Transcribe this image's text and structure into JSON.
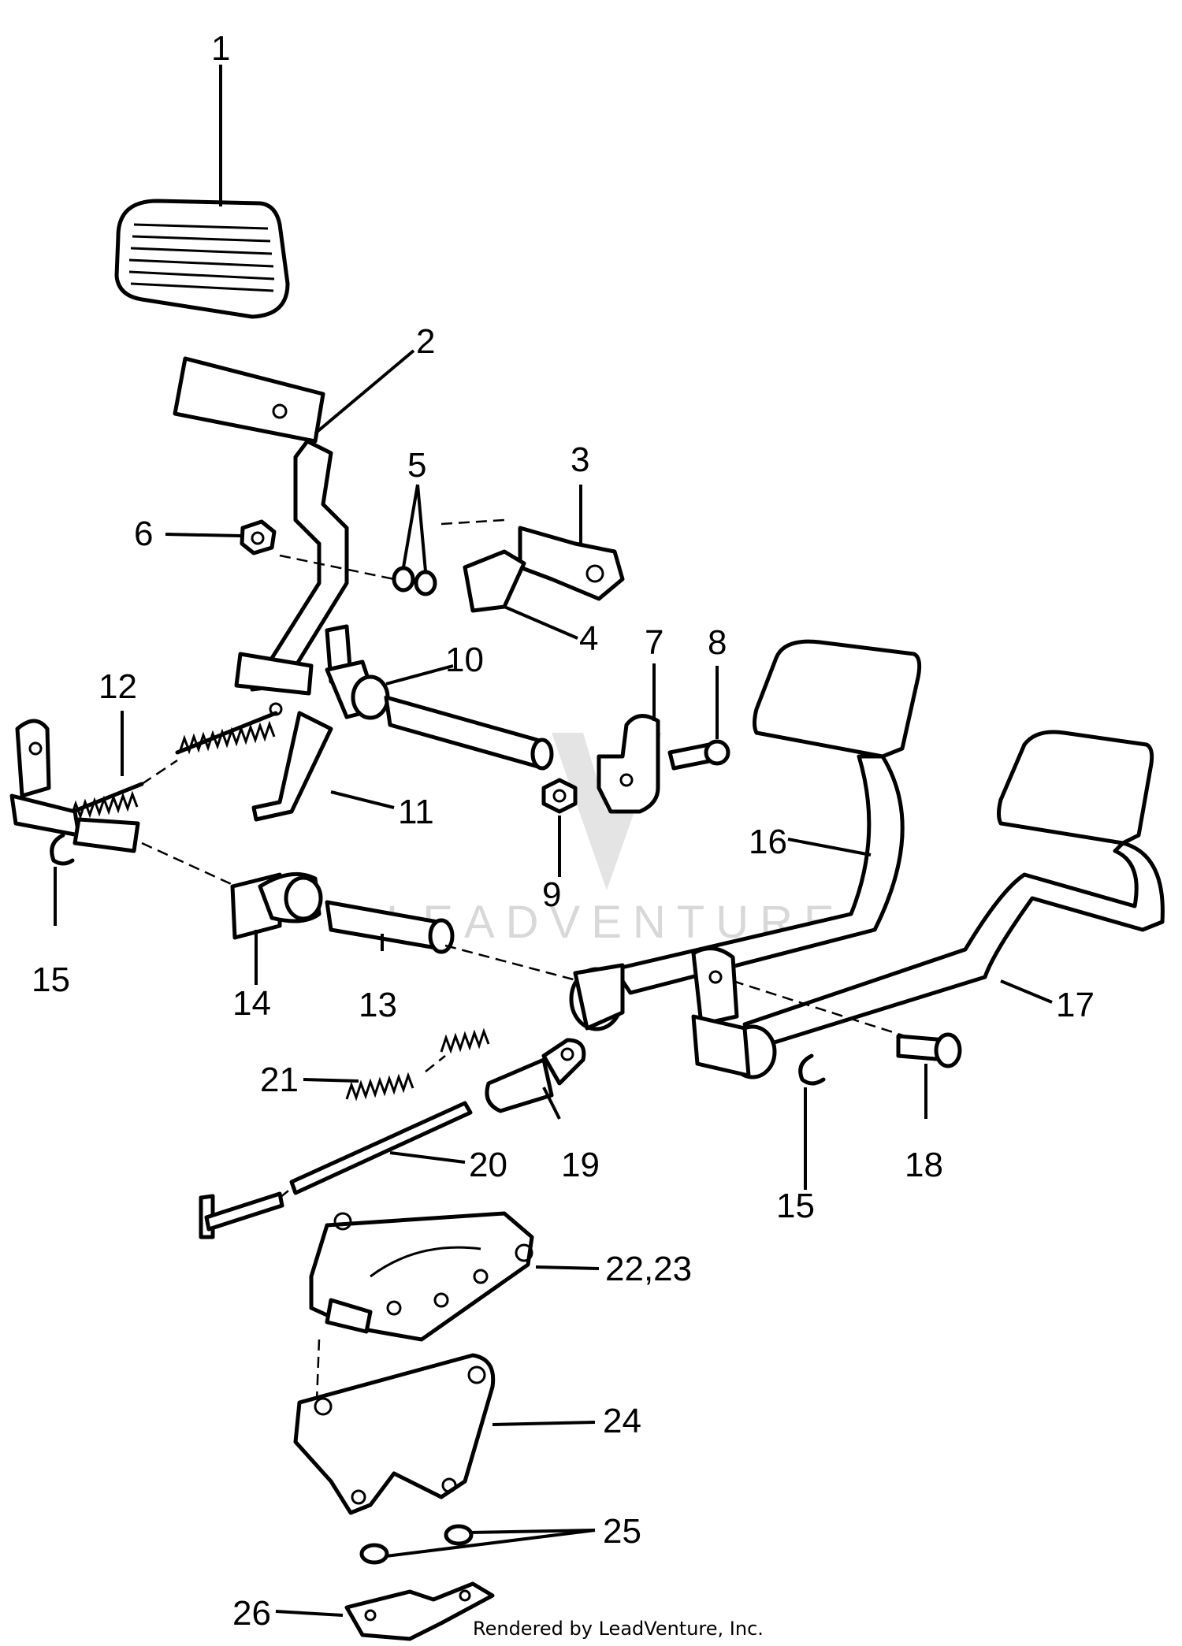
{
  "callouts": [
    {
      "id": "c1",
      "label": "1"
    },
    {
      "id": "c2",
      "label": "2"
    },
    {
      "id": "c3",
      "label": "3"
    },
    {
      "id": "c4",
      "label": "4"
    },
    {
      "id": "c5",
      "label": "5"
    },
    {
      "id": "c6",
      "label": "6"
    },
    {
      "id": "c7",
      "label": "7"
    },
    {
      "id": "c8",
      "label": "8"
    },
    {
      "id": "c9",
      "label": "9"
    },
    {
      "id": "c10",
      "label": "10"
    },
    {
      "id": "c11",
      "label": "11"
    },
    {
      "id": "c12",
      "label": "12"
    },
    {
      "id": "c13",
      "label": "13"
    },
    {
      "id": "c14",
      "label": "14"
    },
    {
      "id": "c15a",
      "label": "15"
    },
    {
      "id": "c15b",
      "label": "15"
    },
    {
      "id": "c16",
      "label": "16"
    },
    {
      "id": "c17",
      "label": "17"
    },
    {
      "id": "c18",
      "label": "18"
    },
    {
      "id": "c19",
      "label": "19"
    },
    {
      "id": "c20",
      "label": "20"
    },
    {
      "id": "c21",
      "label": "21"
    },
    {
      "id": "c2223",
      "label": "22,23"
    },
    {
      "id": "c24",
      "label": "24"
    },
    {
      "id": "c25",
      "label": "25"
    },
    {
      "id": "c26",
      "label": "26"
    }
  ],
  "watermark": "LEADVENTURE",
  "footer": "Rendered by LeadVenture, Inc."
}
